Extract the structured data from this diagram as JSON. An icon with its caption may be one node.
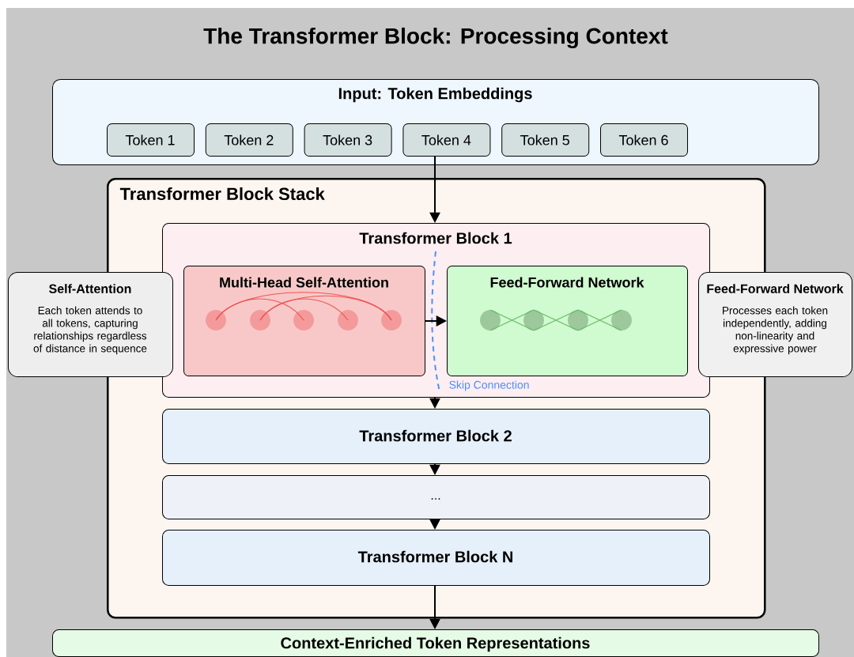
{
  "diagram": {
    "title": "The Transformer Block: Processing Context",
    "nodes": [
      {
        "text": [
          "Input: Token Embeddings"
        ]
      },
      {
        "text": [
          "Token 1"
        ],
        "in": 0
      },
      {
        "text": [
          "Token 2"
        ],
        "in": 0
      },
      {
        "text": [
          "Token 3"
        ],
        "in": 0
      },
      {
        "text": [
          "Token 4"
        ],
        "in": 0
      },
      {
        "text": [
          "Token 5"
        ],
        "in": 0
      },
      {
        "text": [
          "Token 6"
        ],
        "in": 0
      },
      {
        "text": [
          "Transformer Block Stack"
        ]
      },
      {
        "text": [
          "Transformer Block 1"
        ],
        "in": 7
      },
      {
        "text": [
          "Multi-Head Self-Attention"
        ],
        "in": 8
      },
      {
        "text": [
          "Feed-Forward Network"
        ],
        "in": 8
      },
      {
        "text": [
          "Self-Attention",
          "Each token attends to all tokens, capturing relationships regardless of distance in sequence"
        ]
      },
      {
        "text": [
          "Feed-Forward Network",
          "Processes each token independently, adding non-linearity and expressive power"
        ]
      },
      {
        "text": [
          "Transformer Block 2"
        ],
        "in": 7
      },
      {
        "text": [
          "..."
        ],
        "in": 7
      },
      {
        "text": [
          "Transformer Block N"
        ],
        "in": 7
      },
      {
        "text": [
          "Context-Enriched Token Representations"
        ]
      }
    ],
    "edges": [
      {
        "from": 4,
        "to": 8,
        "arrow": "to"
      },
      {
        "from": 9,
        "to": 10,
        "arrow": "to"
      },
      {
        "from": 8,
        "to": 13,
        "arrow": "to"
      },
      {
        "from": 13,
        "to": 14,
        "arrow": "to"
      },
      {
        "from": 14,
        "to": 15,
        "arrow": "to"
      },
      {
        "from": 15,
        "to": 16,
        "arrow": "to"
      }
    ],
    "labels": [
      "Skip Connection"
    ]
  }
}
